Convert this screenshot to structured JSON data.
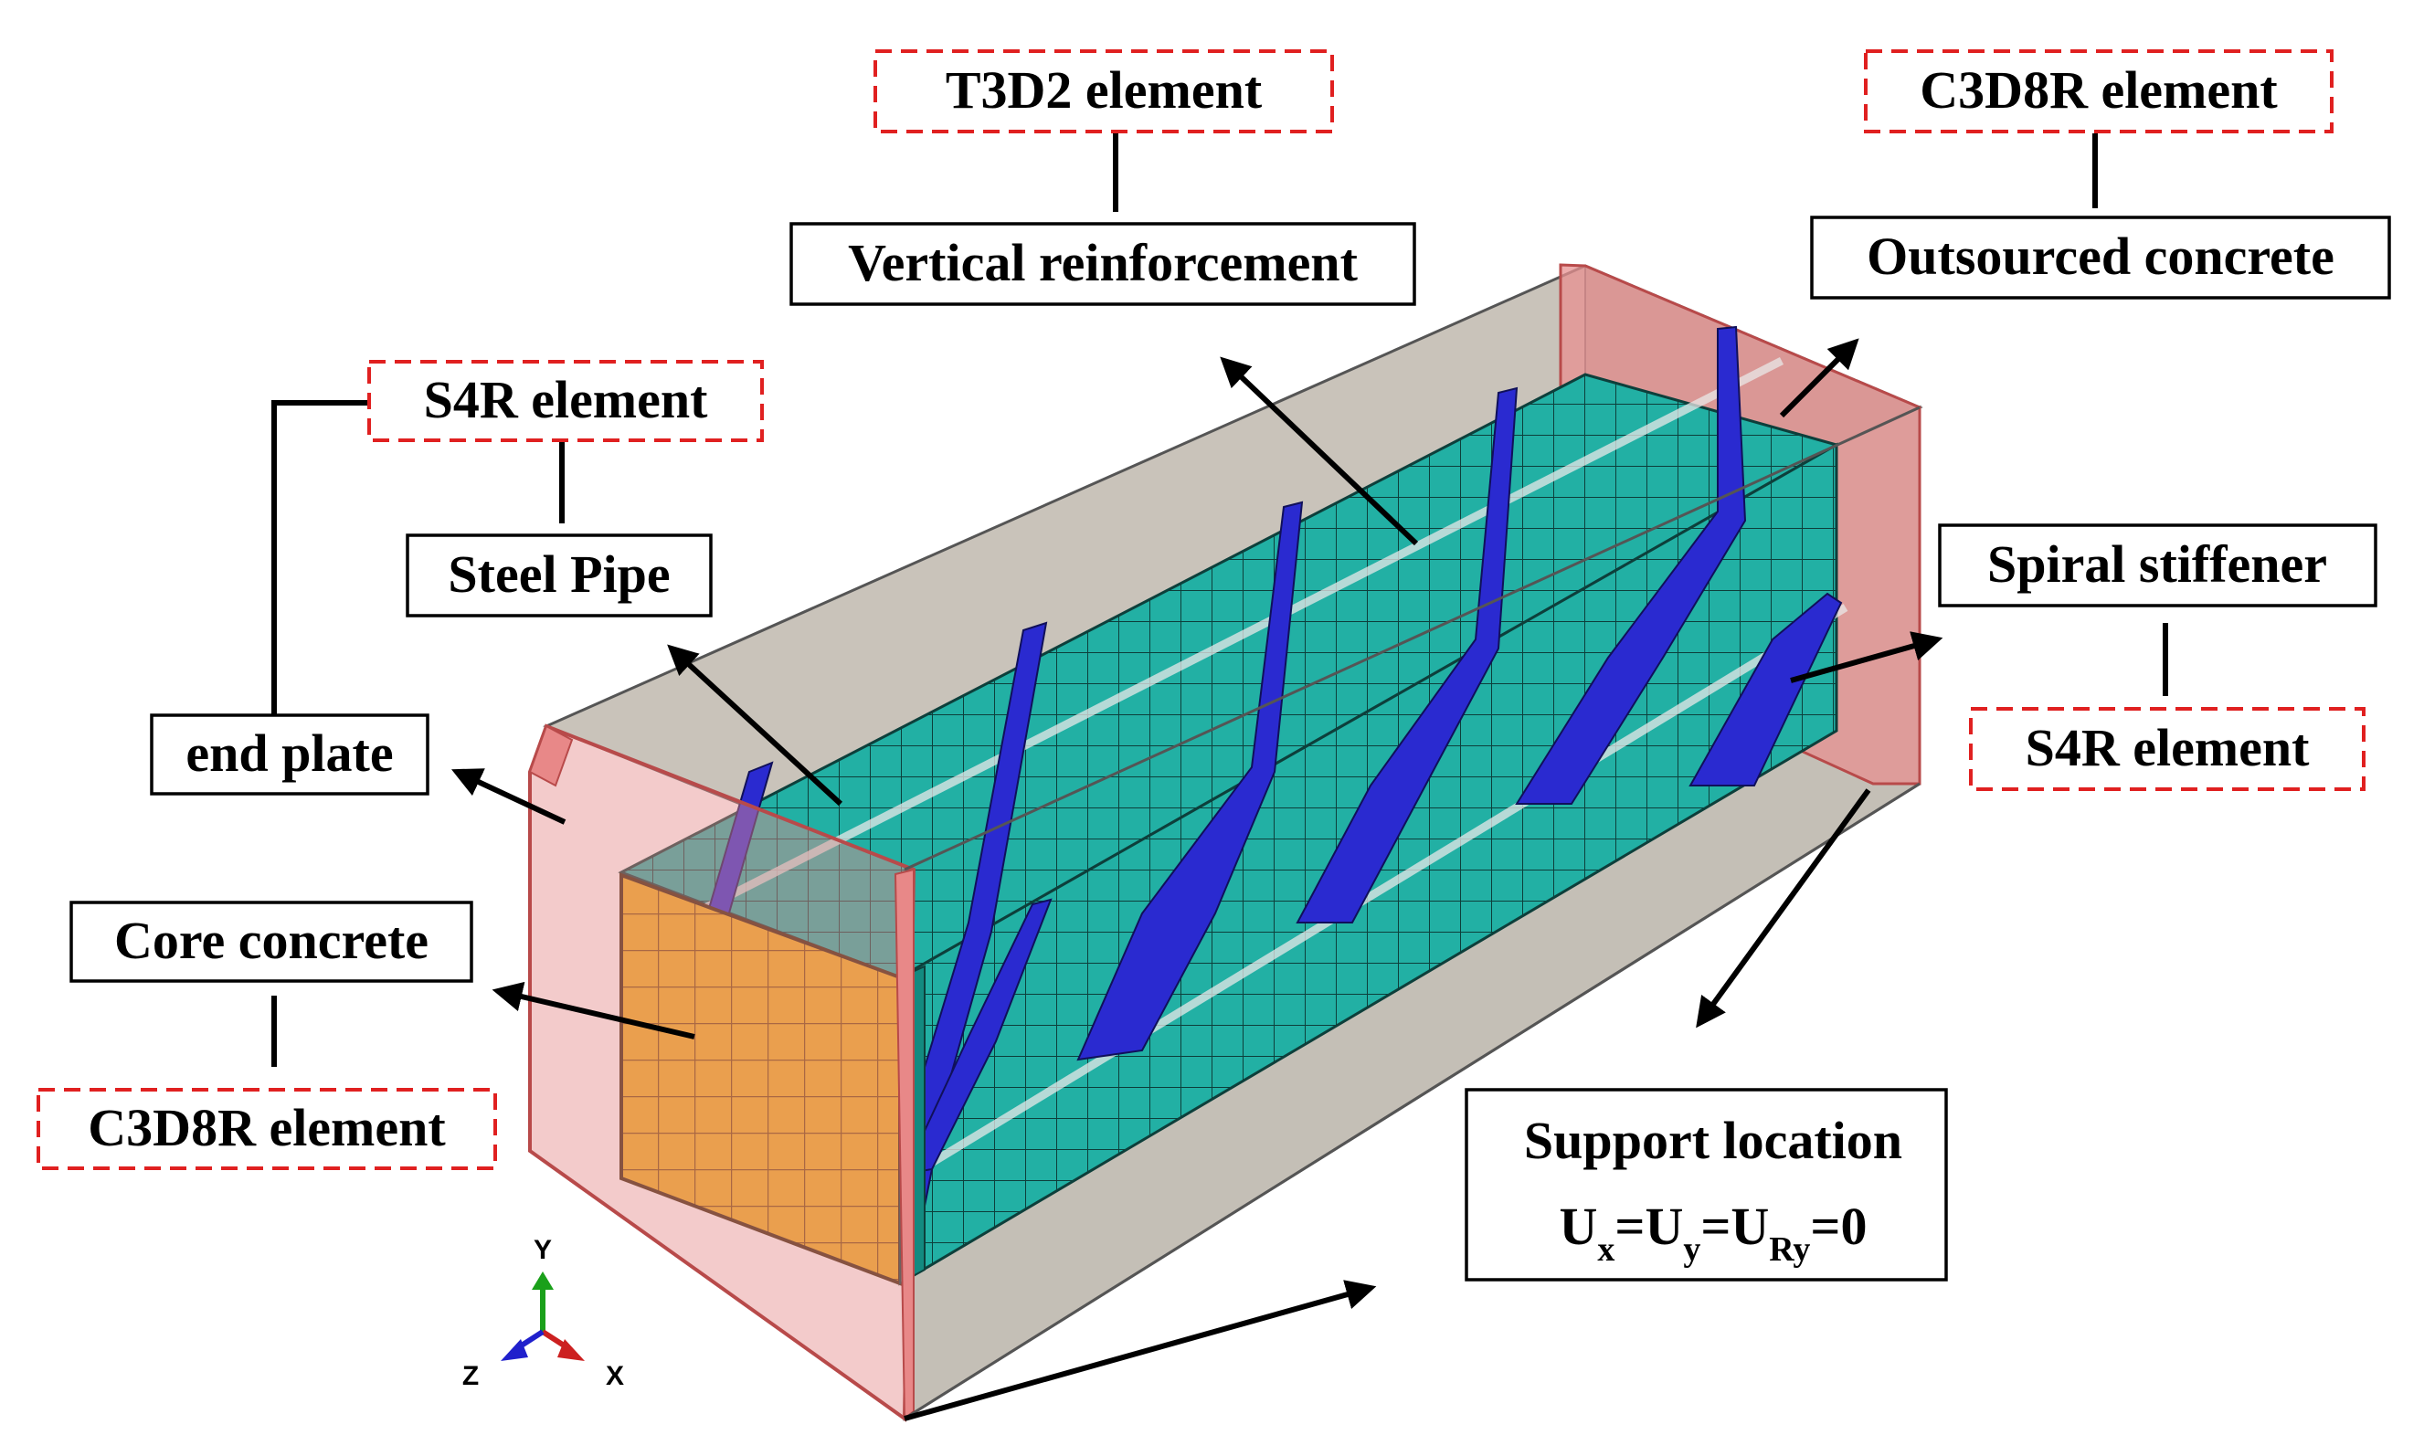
{
  "labels": {
    "t3d2": "T3D2 element",
    "vertical_reinforcement": "Vertical reinforcement",
    "c3d8r_top": "C3D8R element",
    "outsourced_concrete": "Outsourced concrete",
    "s4r_top": "S4R element",
    "steel_pipe": "Steel Pipe",
    "end_plate": "end plate",
    "spiral_stiffener": "Spiral stiffener",
    "s4r_right": "S4R element",
    "core_concrete": "Core concrete",
    "c3d8r_bottom": "C3D8R element",
    "support_location": "Support location",
    "support_condition": {
      "u1": "U",
      "s1": "x",
      "eq1": "=U",
      "s2": "y",
      "eq2": "=U",
      "s3": "Ry",
      "eq3": "=0"
    }
  },
  "triad": {
    "y": "Y",
    "z": "Z",
    "x": "X"
  },
  "colors": {
    "outer_concrete": "#bdb6ac",
    "end_plate": "#e88a8a",
    "core_concrete": "#e6a81a",
    "steel_pipe_mesh": "#1fa69a",
    "spiral_stiffener": "#2a2ad0",
    "dashed_border": "#e02020",
    "axis_y": "#1aa01a",
    "axis_x": "#cc2020",
    "axis_z": "#2020cc"
  }
}
